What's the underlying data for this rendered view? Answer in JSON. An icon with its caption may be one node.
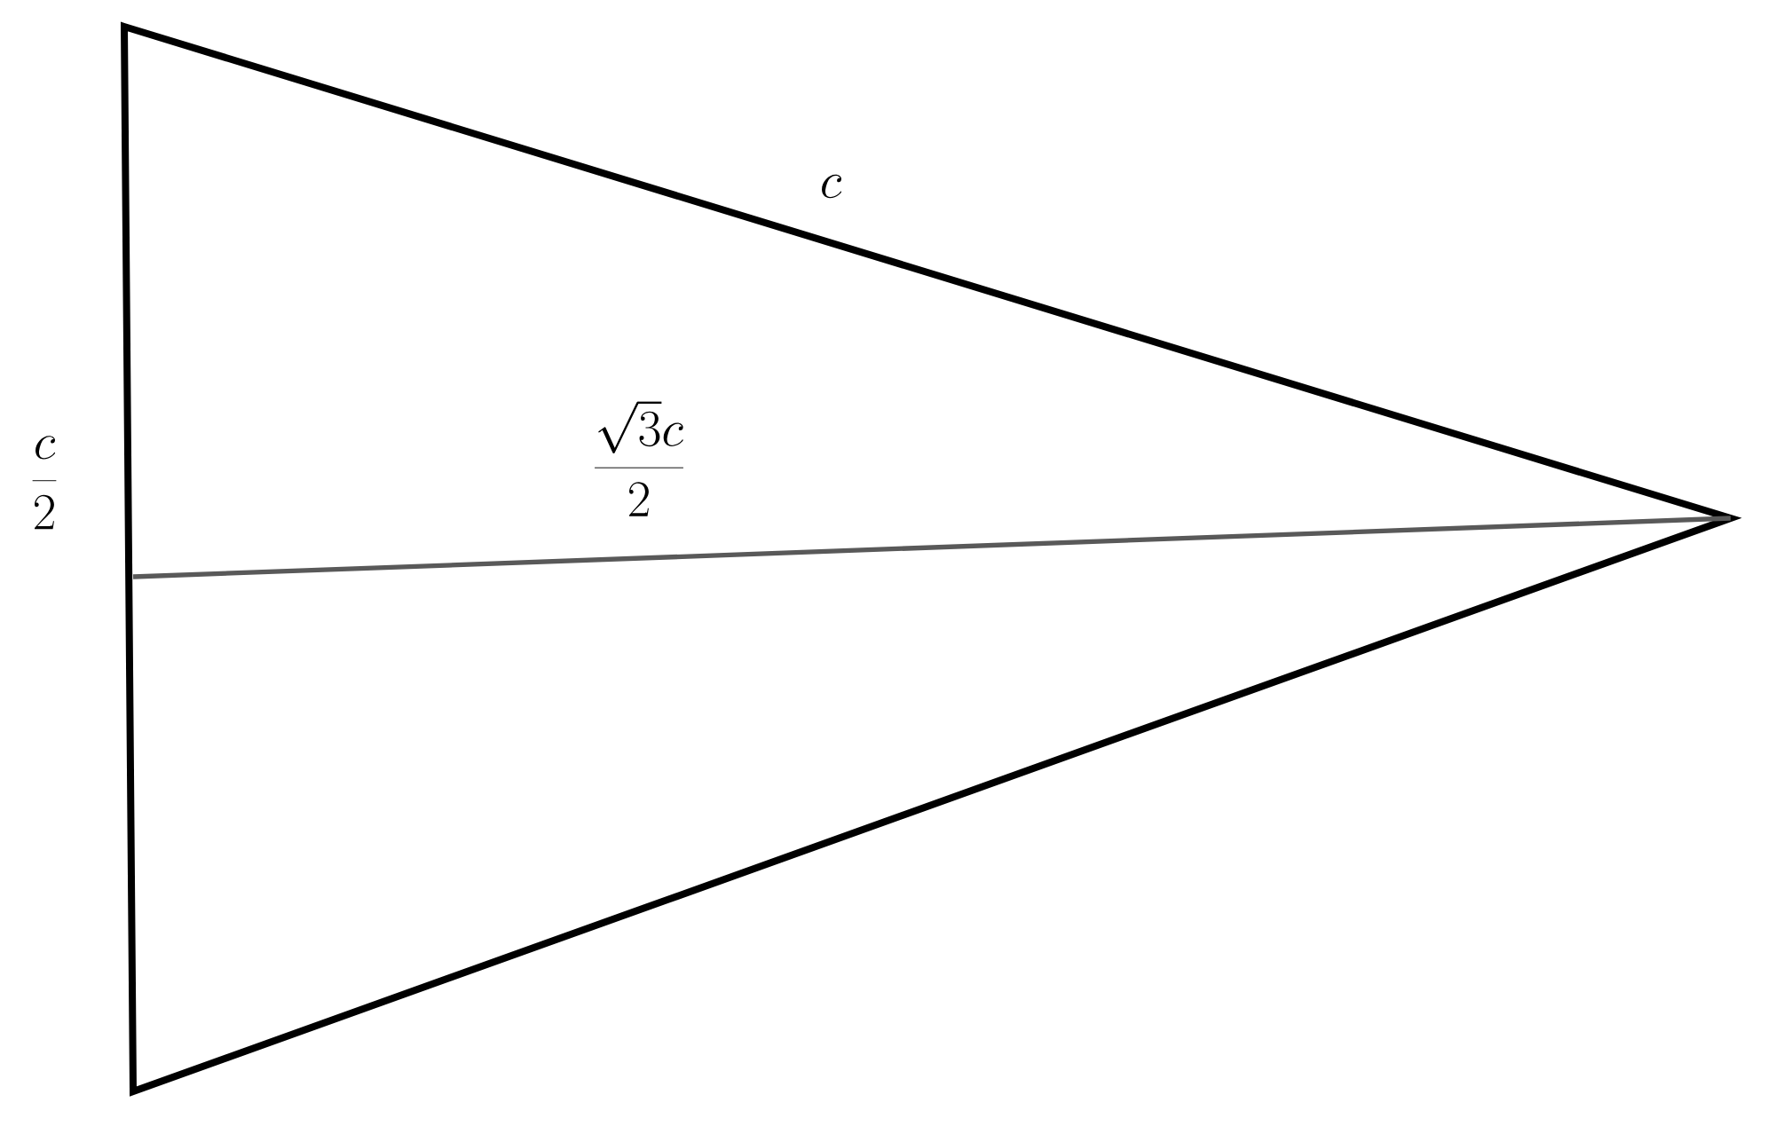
{
  "diagram": {
    "labels": [
      "c",
      "\\frac{c}{2}",
      "\\frac{\\sqrt{3}c}{2}"
    ]
  }
}
